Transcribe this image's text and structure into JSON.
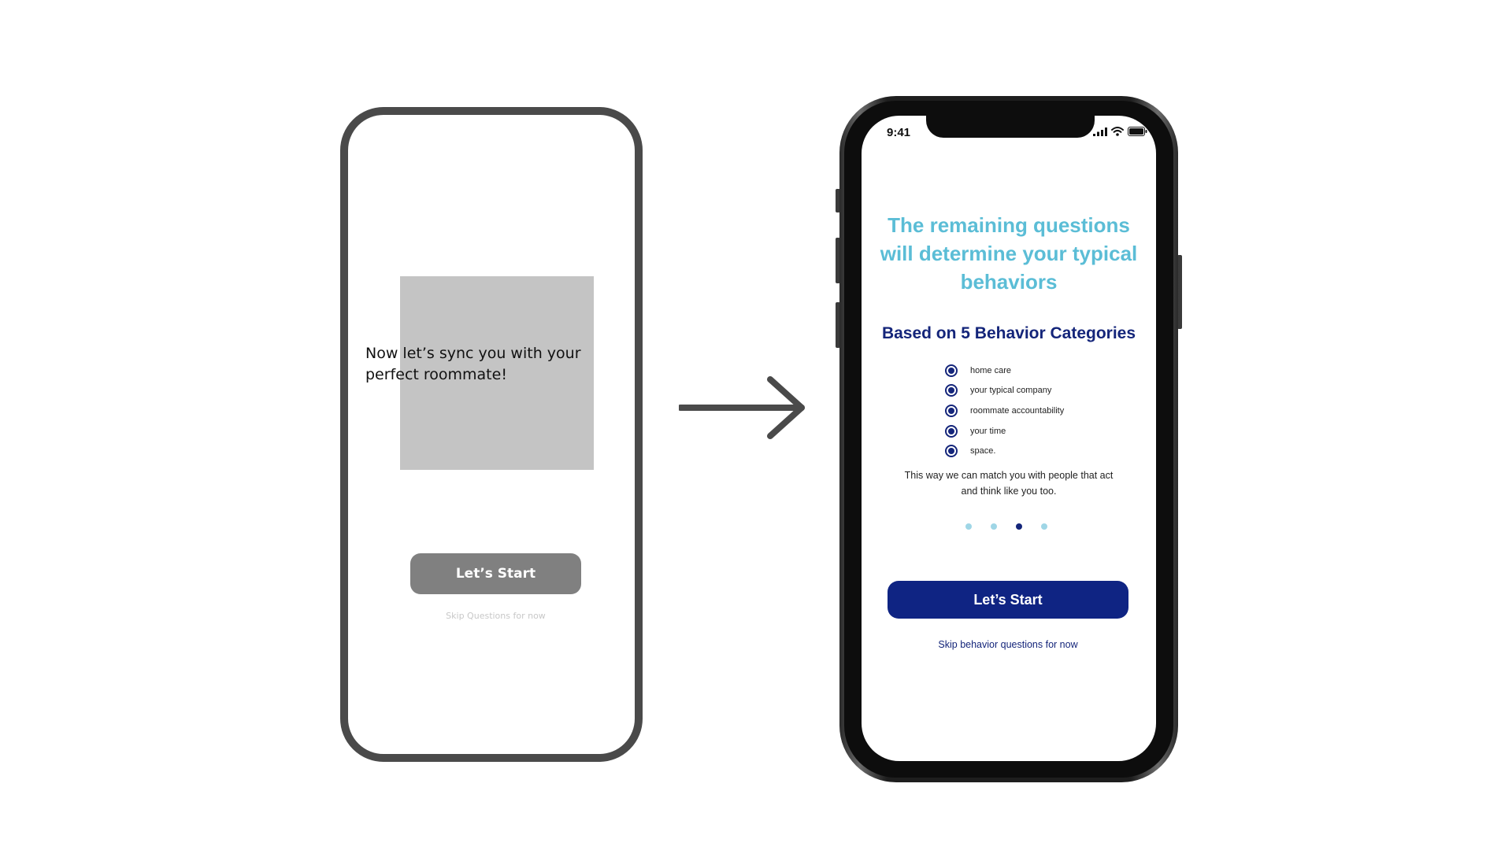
{
  "wireframe": {
    "prompt_text": "Now let’s sync you with your perfect roommate!",
    "start_label": "Let’s Start",
    "skip_label": "Skip Questions for now"
  },
  "mockup": {
    "status_time": "9:41",
    "headline": "The remaining questions will determine your typical behaviors",
    "subheading": "Based on 5 Behavior Categories",
    "categories": [
      "home care",
      "your typical company",
      "roommate accountability",
      "your time",
      "space."
    ],
    "body_text": "This way we can match you with people that act and think like you too.",
    "pagination": {
      "total": 4,
      "current": 3
    },
    "start_label": "Let’s Start",
    "skip_label": "Skip behavior questions for now"
  },
  "colors": {
    "headline": "#5bbdd6",
    "navy": "#14257a",
    "button": "#0f2483",
    "wire_gray": "#808080"
  }
}
